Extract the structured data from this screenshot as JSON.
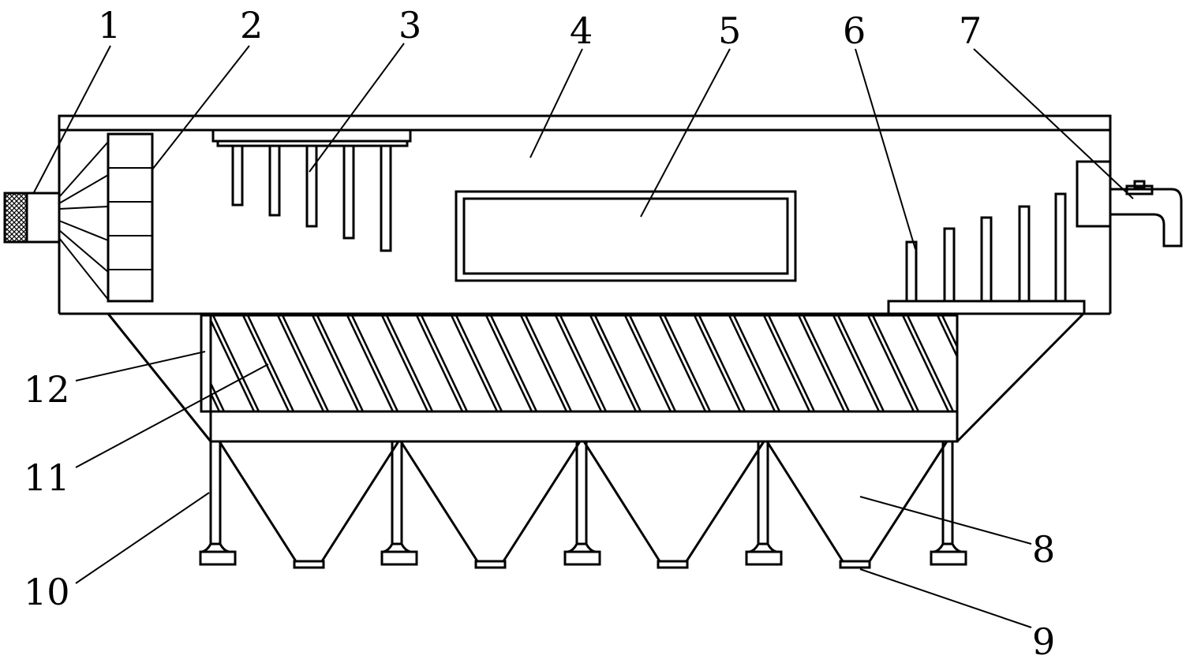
{
  "labels": {
    "l1": "1",
    "l2": "2",
    "l3": "3",
    "l4": "4",
    "l5": "5",
    "l6": "6",
    "l7": "7",
    "l8": "8",
    "l9": "9",
    "l10": "10",
    "l11": "11",
    "l12": "12"
  },
  "colors": {
    "line": "#000000",
    "background": "#ffffff"
  }
}
